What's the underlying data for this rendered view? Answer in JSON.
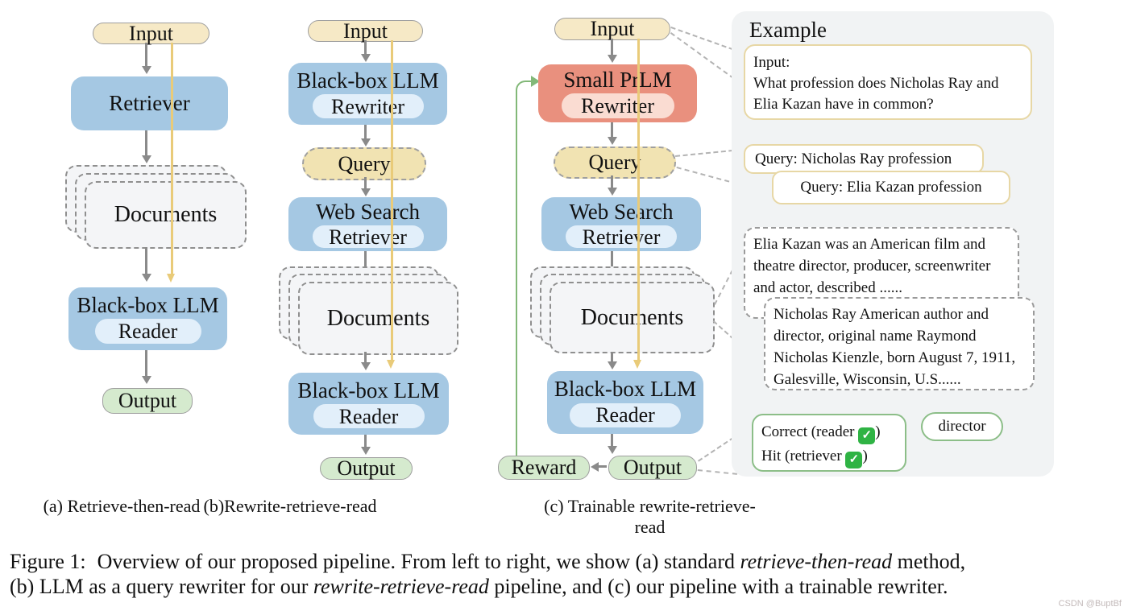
{
  "colors": {
    "node_blue": "#A5C8E3",
    "node_blue_inner": "#E2EFFA",
    "node_salmon": "#E9907E",
    "node_salmon_inner": "#FADCD2",
    "node_cream": "#F6E9C6",
    "node_query_yellow": "#F1E3B2",
    "node_green": "#D5EACE",
    "line_yellow": "#E9CB79",
    "line_green": "#82B878",
    "arrow_gray": "#8a8a8a",
    "panel_gray": "#F1F3F4",
    "example_tan_border": "#E7D7A5",
    "example_green_border": "#8CBE88",
    "check_green": "#2FB344"
  },
  "a": {
    "input": "Input",
    "retriever": "Retriever",
    "documents": "Documents",
    "reader_title": "Black-box LLM",
    "reader_sub": "Reader",
    "output": "Output",
    "caption": "(a) Retrieve-then-read"
  },
  "b": {
    "input": "Input",
    "rewriter_title": "Black-box LLM",
    "rewriter_sub": "Rewriter",
    "query": "Query",
    "web_title": "Web Search",
    "web_sub": "Retriever",
    "documents": "Documents",
    "reader_title": "Black-box LLM",
    "reader_sub": "Reader",
    "output": "Output",
    "caption": "(b)Rewrite-retrieve-read"
  },
  "c": {
    "input": "Input",
    "rewriter_title": "Small PrLM",
    "rewriter_sub": "Rewriter",
    "query": "Query",
    "web_title": "Web Search",
    "web_sub": "Retriever",
    "documents": "Documents",
    "reader_title": "Black-box LLM",
    "reader_sub": "Reader",
    "output": "Output",
    "reward": "Reward",
    "caption": "(c) Trainable rewrite-retrieve-read"
  },
  "example": {
    "title": "Example",
    "input_label": "Input:",
    "input_text": "What profession does Nicholas Ray and Elia Kazan have in common?",
    "query1": "Query: Nicholas Ray profession",
    "query2": "Query: Elia Kazan profession",
    "doc1": "Elia Kazan was an American film and theatre director, producer, screenwriter and actor, described  ......",
    "doc2": "Nicholas Ray American author and director, original name Raymond Nicholas Kienzle, born August 7, 1911, Galesville, Wisconsin, U.S......",
    "correct_pre": "Correct (reader ",
    "correct_post": ")",
    "hit_pre": "Hit (retriever ",
    "hit_post": ")",
    "check_icon": "✓",
    "answer": "director"
  },
  "caption": {
    "label": "Figure 1:",
    "line1_a": "Overview of our proposed pipeline. From left to right, we show (a) standard ",
    "line1_it": "retrieve-then-read",
    "line1_b": " method,",
    "line2_a": "(b) LLM as a query rewriter for our ",
    "line2_it": "rewrite-retrieve-read",
    "line2_b": " pipeline, and (c) our pipeline with a trainable rewriter."
  },
  "watermark": "CSDN @BuptBf"
}
